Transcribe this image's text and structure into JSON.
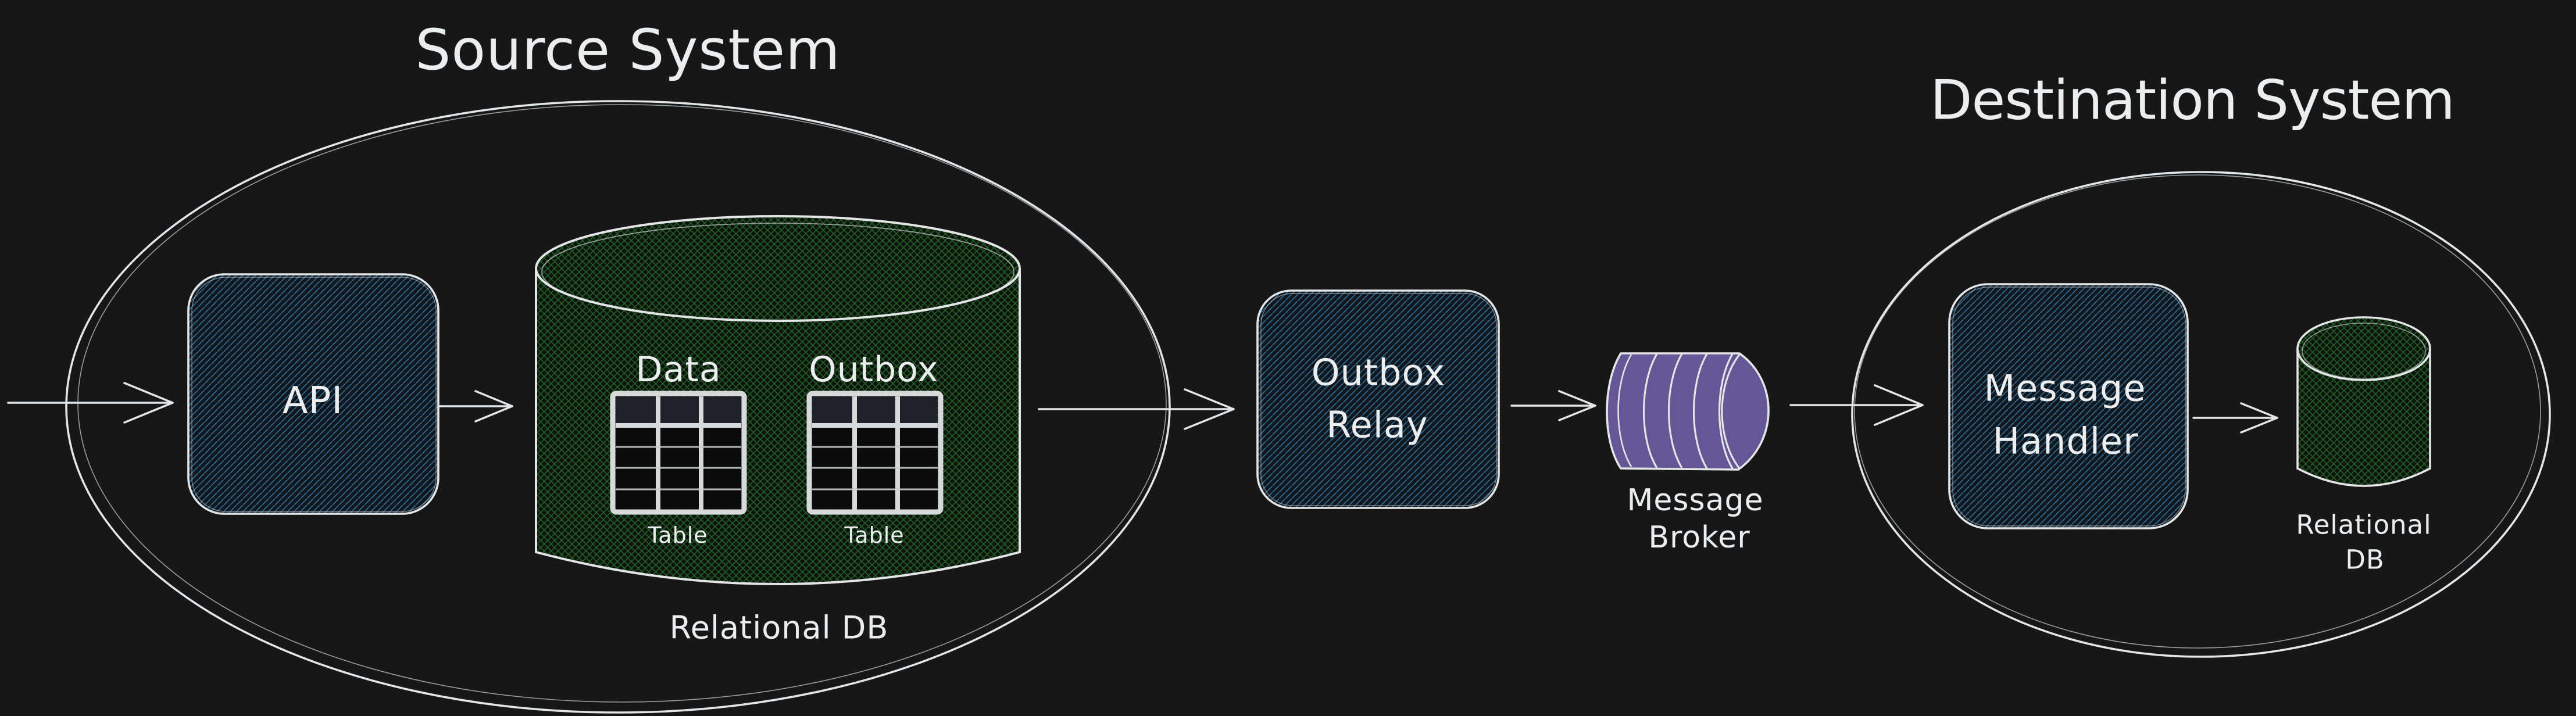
{
  "diagram": {
    "background": "#171717",
    "stroke_color": "#e4e5e7",
    "text_color": "#ecedee",
    "accent_blue": "#2b6890",
    "accent_green": "#216227",
    "accent_purple": "#655796",
    "table_header_color": "#20222b",
    "source_system": {
      "title": "Source System",
      "api_box": {
        "label": "API"
      },
      "database": {
        "caption": "Relational DB",
        "tables": [
          {
            "title": "Data",
            "caption": "Table"
          },
          {
            "title": "Outbox",
            "caption": "Table"
          }
        ]
      }
    },
    "outbox_relay": {
      "label": [
        "Outbox",
        "Relay"
      ]
    },
    "message_broker": {
      "label": [
        "Message",
        "Broker"
      ]
    },
    "destination_system": {
      "title": "Destination System",
      "message_handler": {
        "label": [
          "Message",
          "Handler"
        ]
      },
      "database": {
        "label": [
          "Relational",
          "DB"
        ]
      }
    },
    "icons": {
      "source_boundary": "system-boundary-ellipse",
      "destination_boundary": "system-boundary-ellipse",
      "relational_db": "database-cylinder-icon",
      "table": "table-grid-icon",
      "message_broker": "disk-stack-icon",
      "flow": "arrow-right-icon"
    }
  }
}
